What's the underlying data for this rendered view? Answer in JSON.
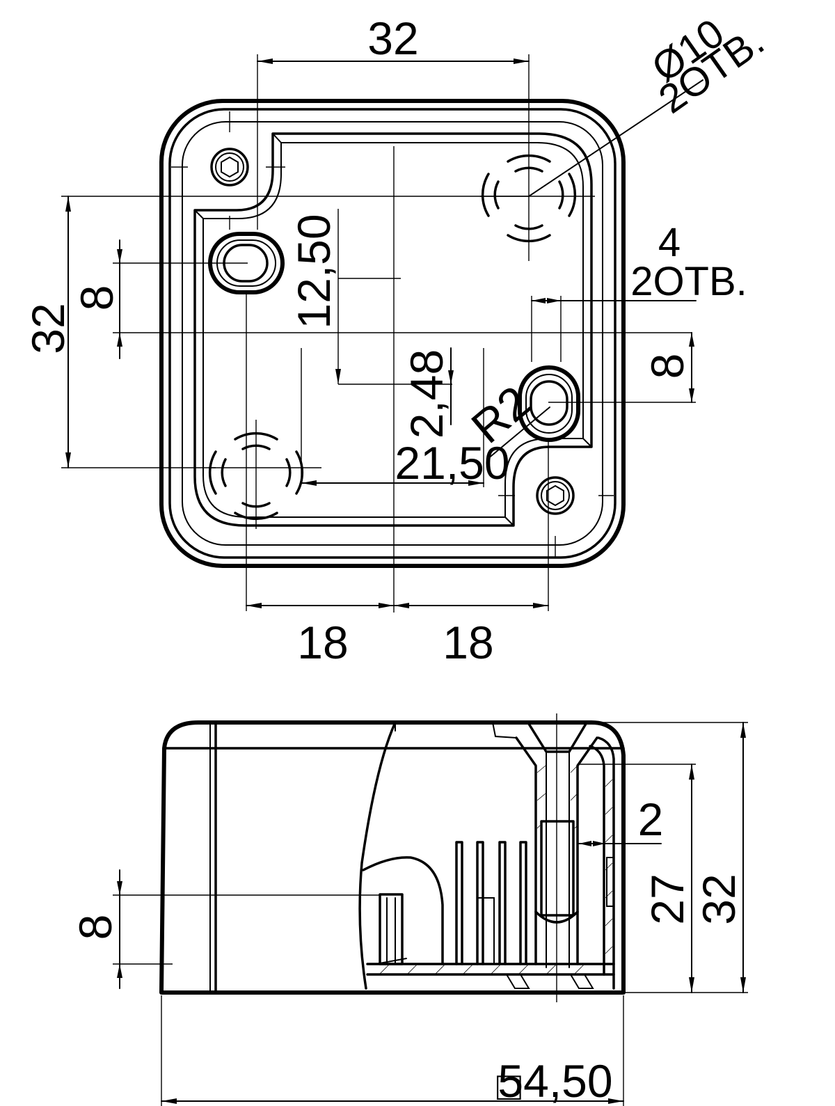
{
  "drawing": {
    "top_view": {
      "dim_width_top": "32",
      "dim_hole_dia": "Ø10",
      "dim_hole_dia_count": "2ОТВ.",
      "dim_height_left": "32",
      "dim_slot_left": "8",
      "dim_center_offset": "12,50",
      "dim_slot_width": "4",
      "dim_slot_width_count": "2ОТВ.",
      "dim_slot_right": "8",
      "dim_wall": "2,48",
      "dim_radius": "R2",
      "dim_hole_spacing": "21,50",
      "dim_bottom_left": "18",
      "dim_bottom_right": "18"
    },
    "side_view": {
      "dim_left_8": "8",
      "dim_wall_2": "2",
      "dim_inner_height": "27",
      "dim_total_height": "32",
      "dim_length_symbol": "□",
      "dim_length": "54,50"
    }
  }
}
